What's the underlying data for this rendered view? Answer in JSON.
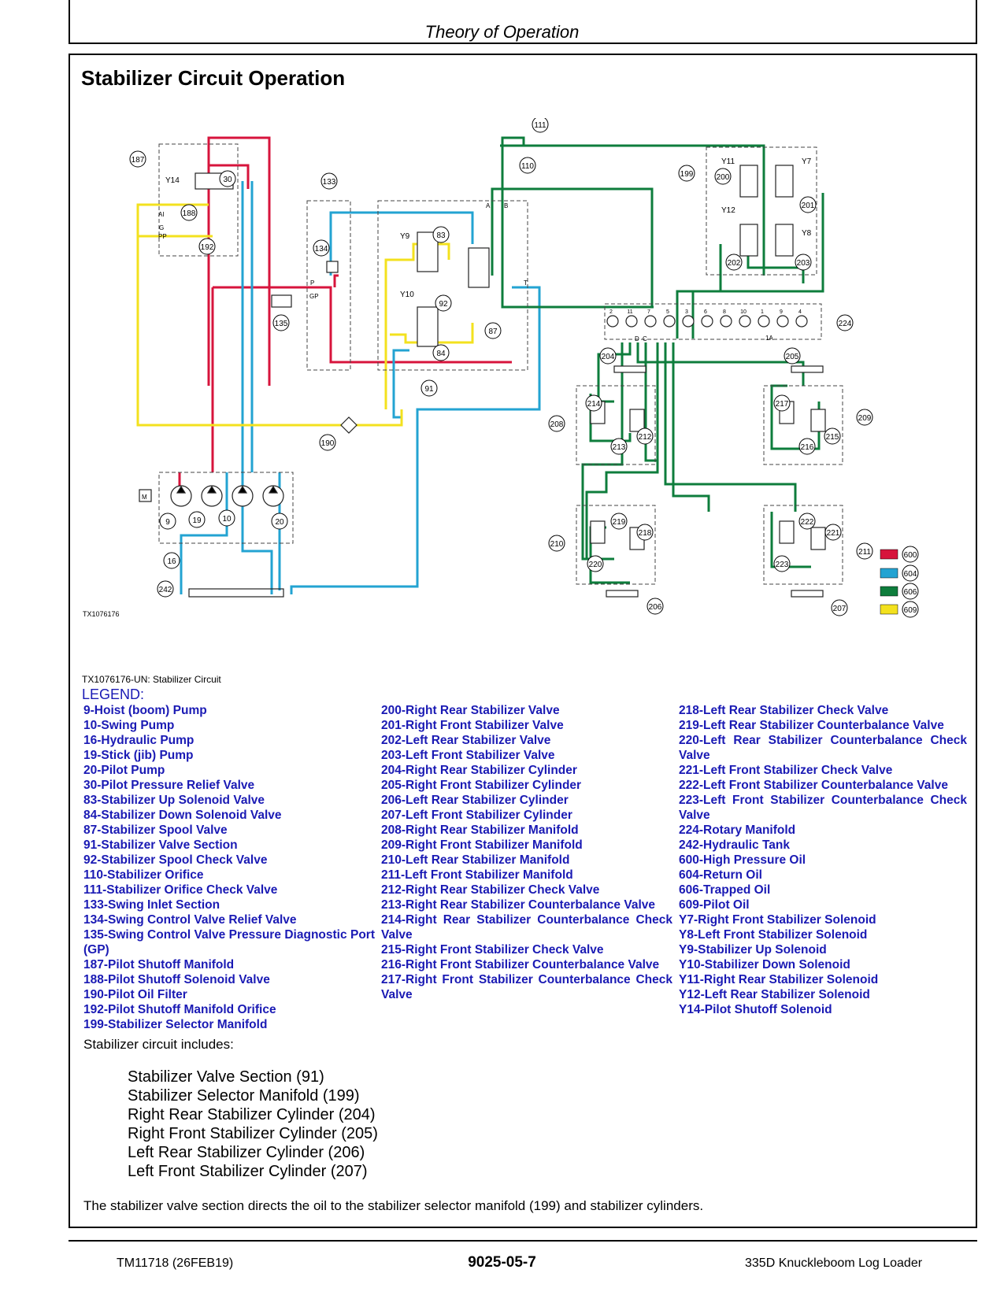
{
  "header": {
    "title": "Theory of Operation"
  },
  "section": {
    "title": "Stabilizer Circuit Operation"
  },
  "diagram": {
    "figure_id": "TX1076176",
    "caption": "TX1076176-UN: Stabilizer Circuit",
    "colors": {
      "high_pressure": "#d7143c",
      "return": "#23a3d2",
      "trapped": "#0e7d3c",
      "pilot": "#f3e11e"
    },
    "callouts": [
      "9",
      "10",
      "16",
      "19",
      "20",
      "30",
      "83",
      "84",
      "87",
      "91",
      "92",
      "110",
      "111",
      "133",
      "134",
      "135",
      "187",
      "188",
      "190",
      "192",
      "199",
      "200",
      "201",
      "202",
      "203",
      "204",
      "205",
      "206",
      "207",
      "208",
      "209",
      "210",
      "211",
      "212",
      "213",
      "214",
      "215",
      "216",
      "217",
      "218",
      "219",
      "220",
      "221",
      "222",
      "223",
      "224",
      "242",
      "600",
      "604",
      "606",
      "609"
    ],
    "solenoids": [
      "Y7",
      "Y8",
      "Y9",
      "Y10",
      "Y11",
      "Y12",
      "Y14"
    ],
    "ports": {
      "a": "A",
      "b": "B",
      "p": "P",
      "t": "T",
      "gp": "GP",
      "ai": "AI",
      "g": "G",
      "pp": "PP",
      "m": "M",
      "d": "D",
      "c": "C",
      "one_a": "1A"
    },
    "rotary_numbers": [
      "2",
      "11",
      "7",
      "5",
      "3",
      "6",
      "8",
      "10",
      "1",
      "9",
      "4"
    ]
  },
  "legend": {
    "heading": "LEGEND:",
    "col1": [
      "9-Hoist (boom) Pump",
      "10-Swing Pump",
      "16-Hydraulic Pump",
      "19-Stick (jib) Pump",
      "20-Pilot Pump",
      "30-Pilot Pressure Relief Valve",
      "83-Stabilizer Up Solenoid Valve",
      "84-Stabilizer Down Solenoid Valve",
      "87-Stabilizer Spool Valve",
      "91-Stabilizer Valve Section",
      "92-Stabilizer Spool Check Valve",
      "110-Stabilizer Orifice",
      "111-Stabilizer Orifice Check Valve",
      "133-Swing Inlet Section",
      "134-Swing Control Valve Relief Valve",
      "135-Swing Control Valve Pressure Diagnostic Port (GP)",
      "187-Pilot Shutoff Manifold",
      "188-Pilot Shutoff Solenoid Valve",
      "190-Pilot Oil Filter",
      "192-Pilot Shutoff Manifold Orifice",
      "199-Stabilizer Selector Manifold"
    ],
    "col2": [
      "200-Right Rear Stabilizer Valve",
      "201-Right Front Stabilizer Valve",
      "202-Left Rear Stabilizer Valve",
      "203-Left Front Stabilizer Valve",
      "204-Right Rear Stabilizer Cylinder",
      "205-Right Front Stabilizer Cylinder",
      "206-Left Rear Stabilizer Cylinder",
      "207-Left Front Stabilizer Cylinder",
      "208-Right Rear Stabilizer Manifold",
      "209-Right Front Stabilizer Manifold",
      "210-Left Rear Stabilizer Manifold",
      "211-Left Front Stabilizer Manifold",
      "212-Right Rear Stabilizer Check Valve",
      "213-Right Rear Stabilizer Counterbalance Valve",
      "214-Right Rear Stabilizer Counterbalance Check Valve",
      "215-Right Front Stabilizer Check Valve",
      "216-Right Front Stabilizer Counterbalance Valve",
      "217-Right Front Stabilizer Counterbalance Check Valve"
    ],
    "col3": [
      "218-Left Rear Stabilizer Check Valve",
      "219-Left Rear Stabilizer Counterbalance Valve",
      "220-Left Rear Stabilizer Counterbalance Check Valve",
      "221-Left Front Stabilizer Check Valve",
      "222-Left Front Stabilizer Counterbalance Valve",
      "223-Left Front Stabilizer Counterbalance Check Valve",
      "224-Rotary Manifold",
      "242-Hydraulic Tank",
      "600-High Pressure Oil",
      "604-Return Oil",
      "606-Trapped Oil",
      "609-Pilot Oil",
      "Y7-Right Front Stabilizer Solenoid",
      "Y8-Left Front Stabilizer Solenoid",
      "Y9-Stabilizer Up Solenoid",
      "Y10-Stabilizer Down Solenoid",
      "Y11-Right Rear Stabilizer Solenoid",
      "Y12-Left Rear Stabilizer Solenoid",
      "Y14-Pilot Shutoff Solenoid"
    ]
  },
  "includes": {
    "intro": "Stabilizer circuit includes:",
    "items": [
      "Stabilizer Valve Section (91)",
      "Stabilizer Selector Manifold (199)",
      "Right Rear Stabilizer Cylinder (204)",
      "Right Front Stabilizer Cylinder (205)",
      "Left Rear Stabilizer Cylinder (206)",
      "Left Front Stabilizer Cylinder (207)"
    ]
  },
  "summary": "The stabilizer valve section directs the oil to the stabilizer selector manifold (199) and stabilizer cylinders.",
  "footer": {
    "left": "TM11718 (26FEB19)",
    "center": "9025-05-7",
    "right": "335D Knuckleboom Log Loader"
  }
}
